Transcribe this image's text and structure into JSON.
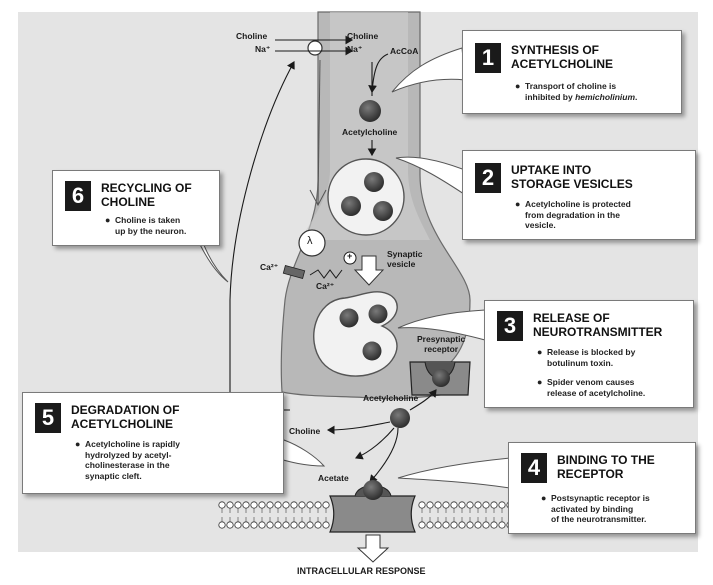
{
  "callouts": [
    {
      "number": "1",
      "title": "SYNTHESIS OF\nACETYLCHOLINE",
      "bullets": [
        {
          "pre": "Transport of choline is\ninhibited by ",
          "em": "hemicholinium",
          "post": "."
        }
      ]
    },
    {
      "number": "2",
      "title": "UPTAKE INTO\nSTORAGE VESICLES",
      "bullets": [
        {
          "pre": "Acetylcholine is protected\nfrom degradation in the\nvesicle.",
          "em": "",
          "post": ""
        }
      ]
    },
    {
      "number": "3",
      "title": "RELEASE OF\nNEUROTRANSMITTER",
      "bullets": [
        {
          "pre": "Release is blocked by\nbotulinum toxin.",
          "em": "",
          "post": ""
        },
        {
          "pre": "Spider venom causes\nrelease of acetylcholine.",
          "em": "",
          "post": ""
        }
      ]
    },
    {
      "number": "4",
      "title": "BINDING TO THE\nRECEPTOR",
      "bullets": [
        {
          "pre": "Postsynaptic receptor is\nactivated by binding\nof the neurotransmitter.",
          "em": "",
          "post": ""
        }
      ]
    },
    {
      "number": "5",
      "title": "DEGRADATION OF\nACETYLCHOLINE",
      "bullets": [
        {
          "pre": "Acetylcholine is rapidly\nhydrolyzed by acetyl-\ncholinesterase in the\nsynaptic cleft.",
          "em": "",
          "post": ""
        }
      ]
    },
    {
      "number": "6",
      "title": "RECYCLING OF\nCHOLINE",
      "bullets": [
        {
          "pre": "Choline is taken\nup by the neuron.",
          "em": "",
          "post": ""
        }
      ]
    }
  ],
  "labels": {
    "choline_out": "Choline",
    "na_out": "Na⁺",
    "choline_in": "Choline",
    "na_in": "Na⁺",
    "accoa": "AcCoA",
    "acetylcholine_top": "Acetylcholine",
    "synaptic_vesicle": "Synaptic\nvesicle",
    "ca_out": "Ca²⁺",
    "ca_in": "Ca²⁺",
    "presynaptic_receptor": "Presynaptic\nreceptor",
    "acetylcholine_cleft": "Acetylcholine",
    "choline_cleft": "Choline",
    "acetate": "Acetate",
    "intracellular_response": "INTRACELLULAR RESPONSE",
    "ca_plus": "+",
    "ap_symbol": "λ"
  },
  "colors": {
    "background": "#ffffff",
    "diagram_bg": "#e6e6e6",
    "neuron_fill": "#b9b9b9",
    "neuron_stroke": "#6a6a6a",
    "molecule": "#4a4a4a",
    "number_box": "#1a1a1a"
  }
}
